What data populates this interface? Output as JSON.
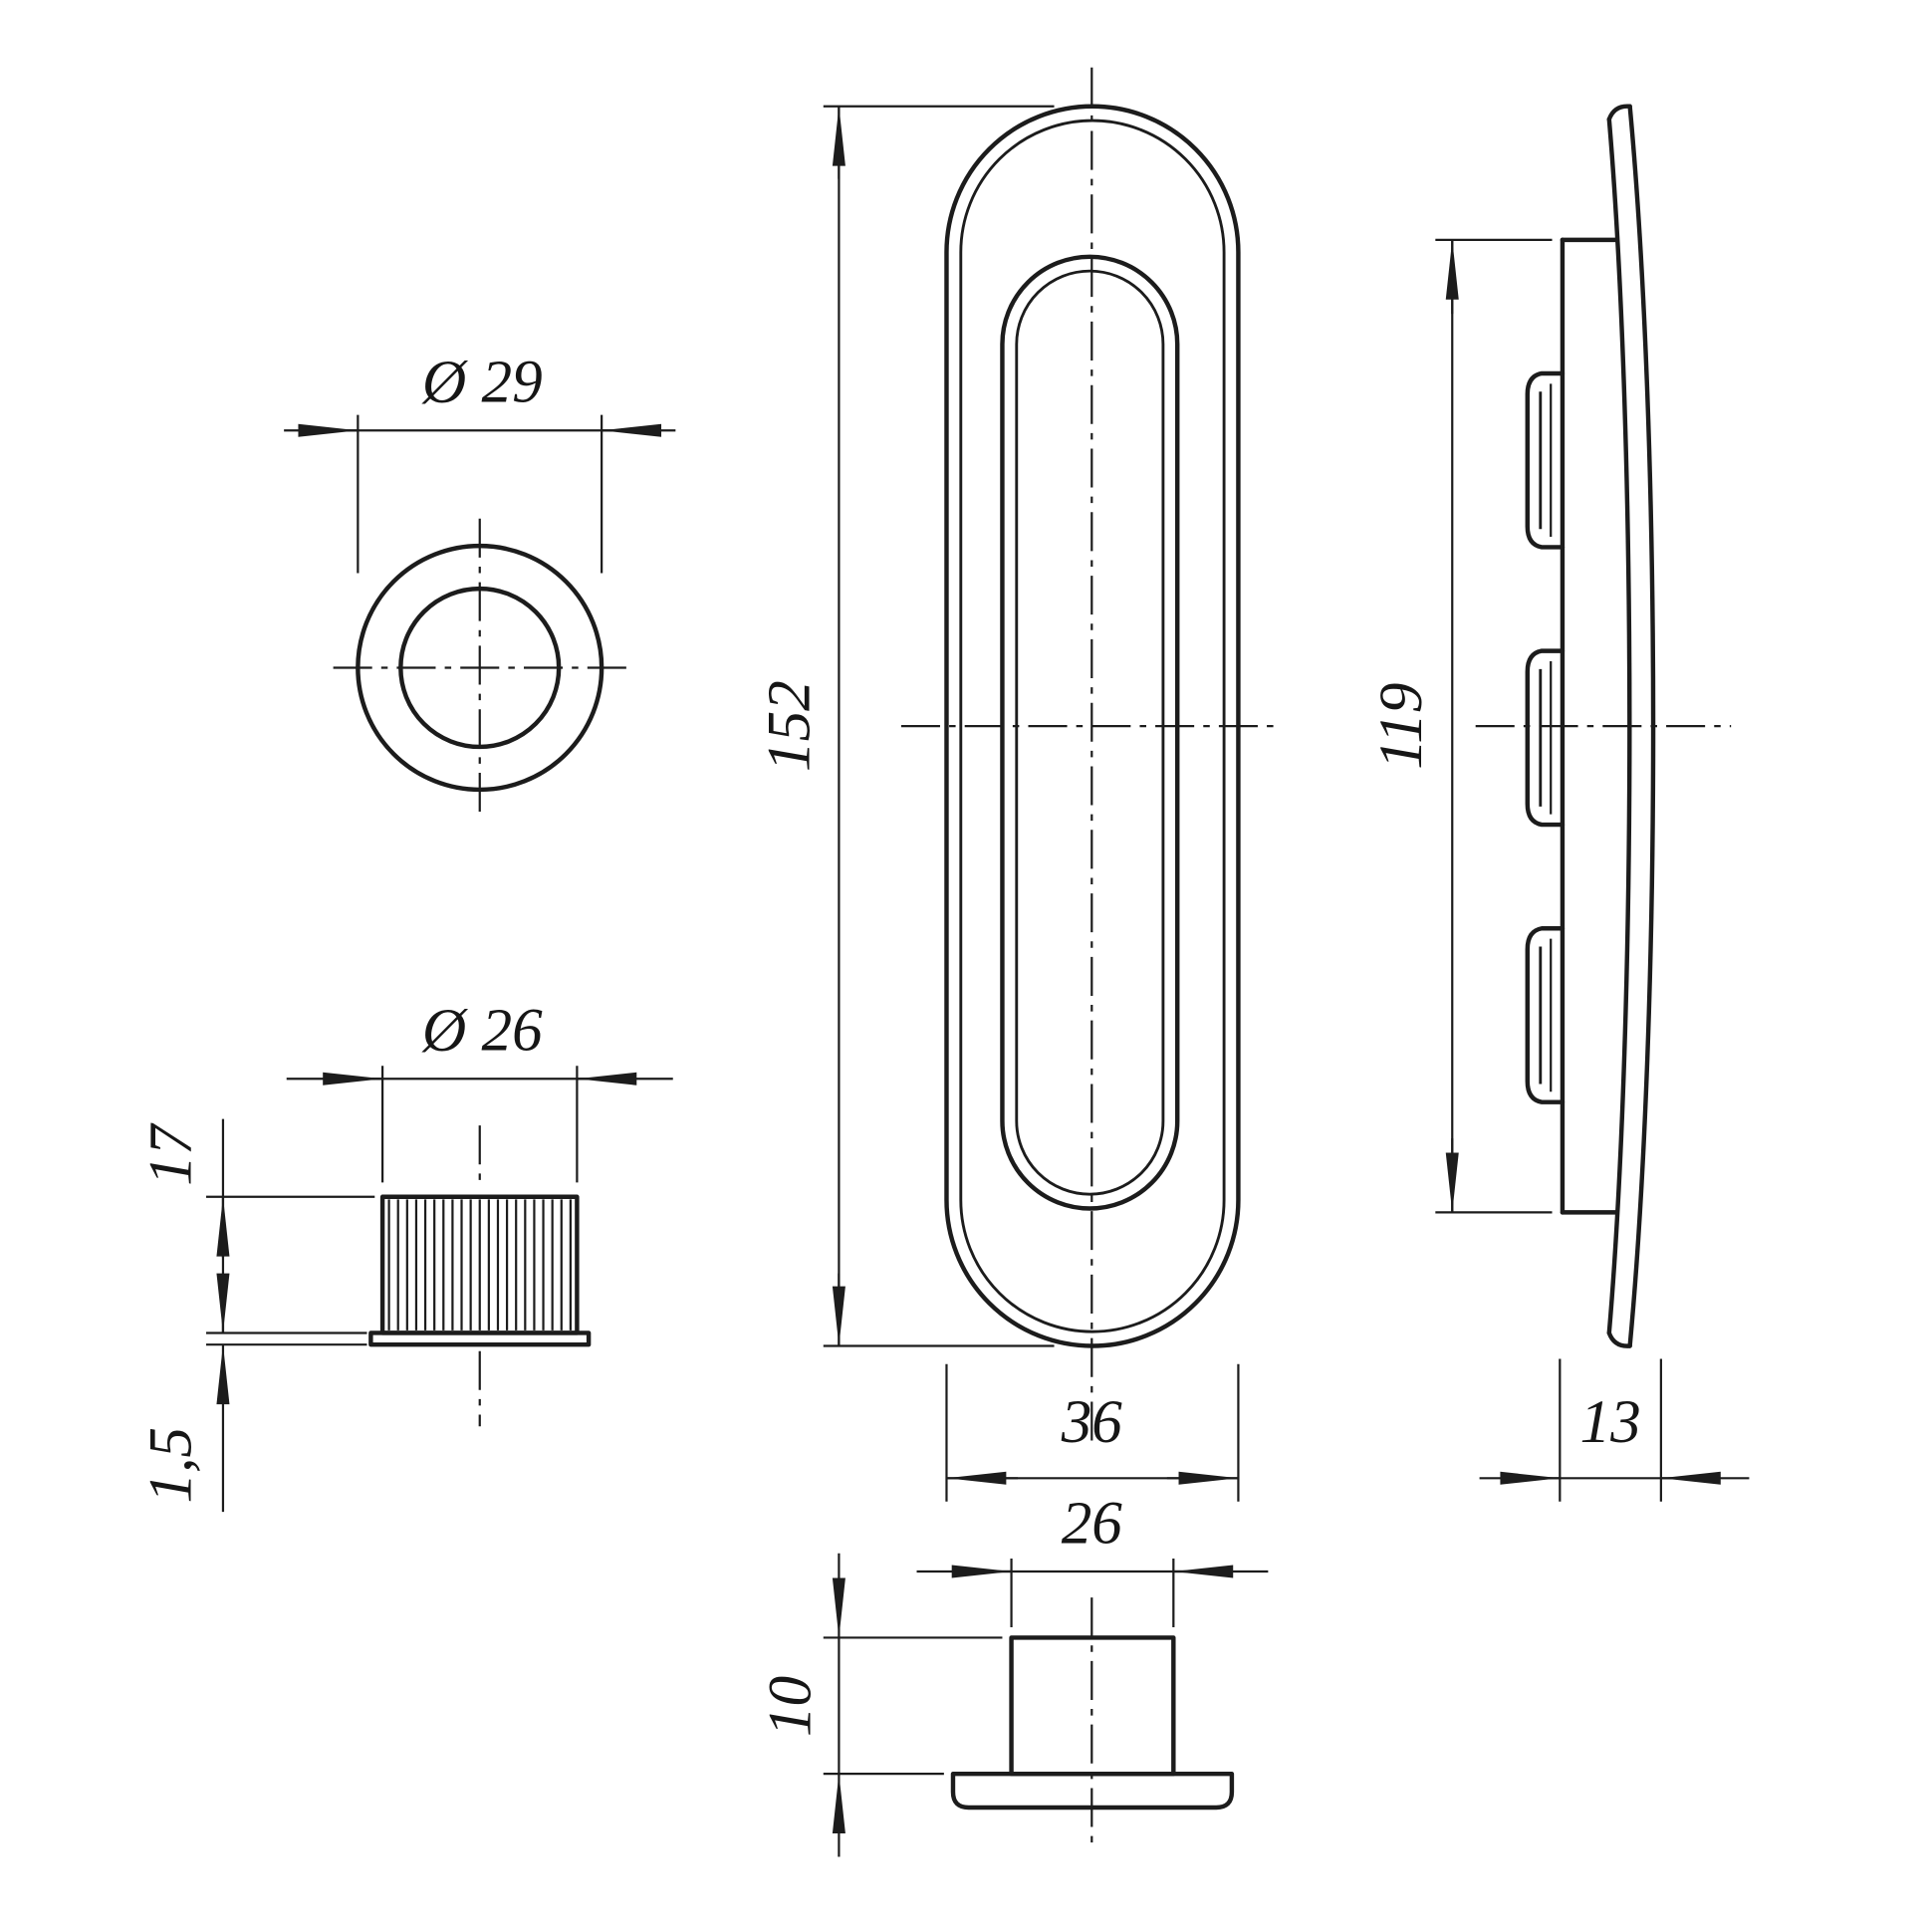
{
  "meta": {
    "background": "#ffffff",
    "line_color": "#1c1c1c",
    "drawing_views": [
      "plug-top-view",
      "plug-side-view",
      "front-view",
      "insert-section-view",
      "side-profile-view"
    ]
  },
  "dims": {
    "plug_outer_dia": "Ø 29",
    "plug_knurl_dia": "Ø 26",
    "plug_height": "17",
    "flange_thickness": "1,5",
    "handle_length": "152",
    "handle_width": "36",
    "insert_width": "26",
    "insert_height": "10",
    "body_length": "119",
    "total_depth": "13"
  }
}
